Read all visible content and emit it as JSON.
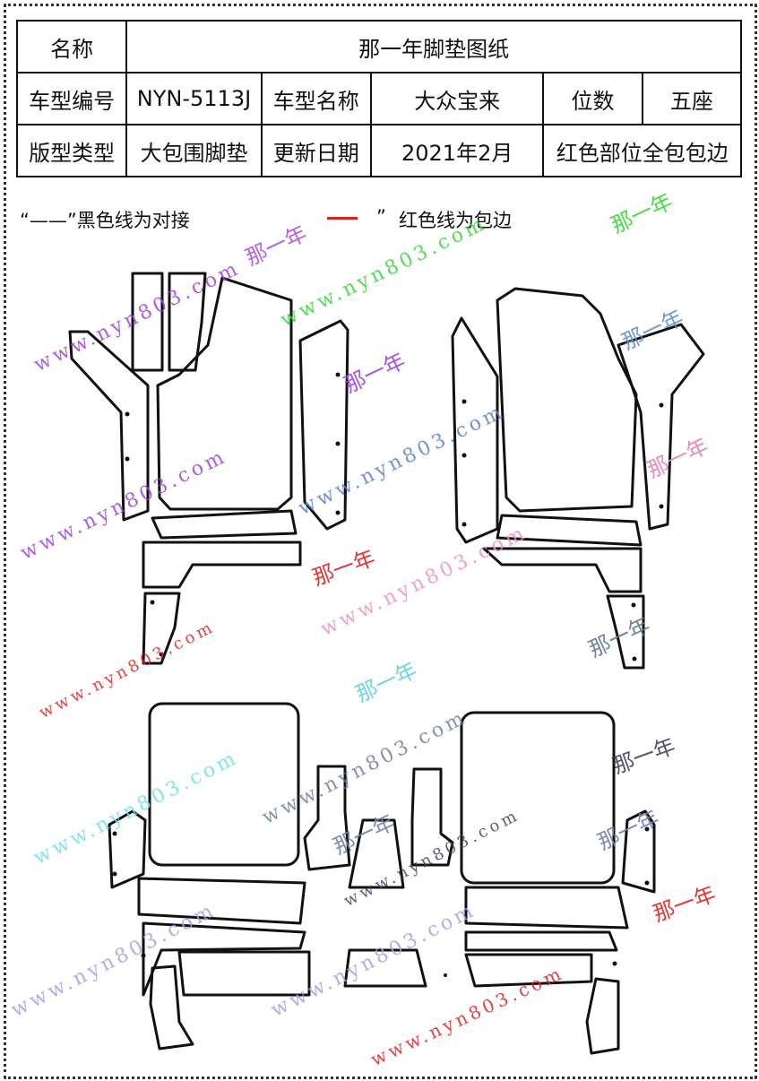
{
  "table": {
    "name_label": "名称",
    "name_value": "那一年脚垫图纸",
    "model_code_label": "车型编号",
    "model_code_value": "NYN-5113J",
    "model_name_label": "车型名称",
    "model_name_value": "大众宝来",
    "seats_label": "位数",
    "seats_value": "五座",
    "type_label": "版型类型",
    "type_value": "大包围脚垫",
    "date_label": "更新日期",
    "date_value": "2021年2月",
    "note": "红色部位全包包边"
  },
  "legend": {
    "black": "“——”黑色线为对接",
    "red_quote": "”",
    "red": "红色线为包边",
    "black_color": "#111111",
    "red_color": "#e02020"
  },
  "watermarks": {
    "url": "www.nyn803.com",
    "brand": "那一年"
  }
}
